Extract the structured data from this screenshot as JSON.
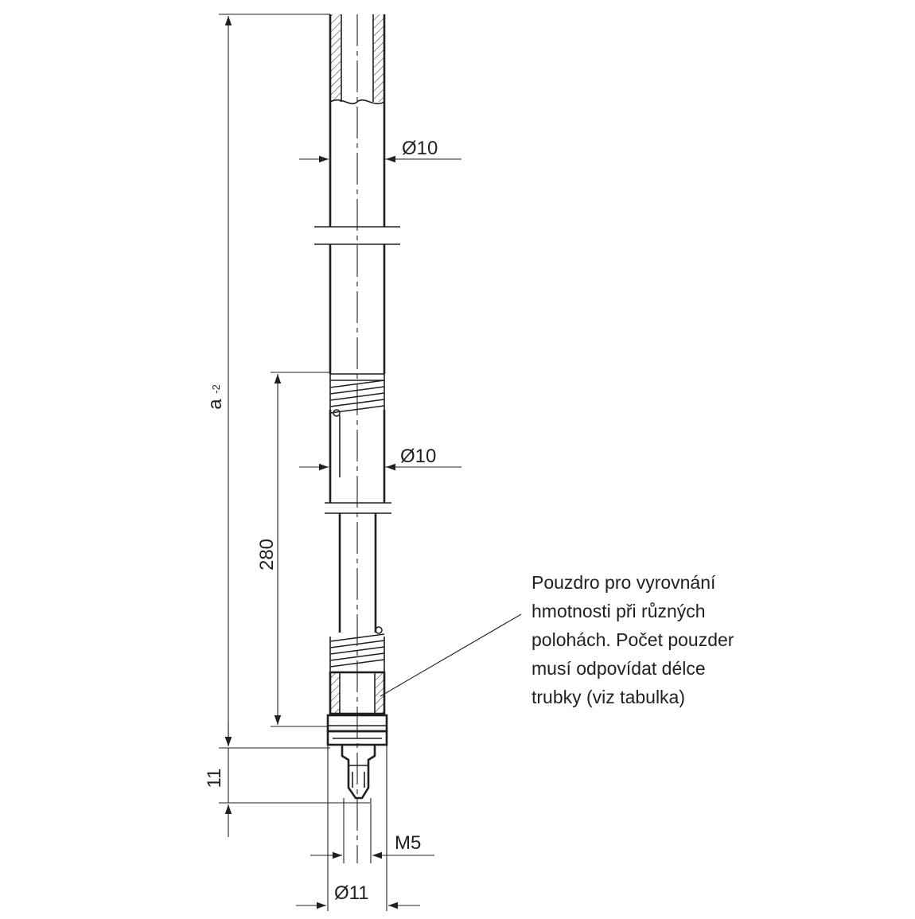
{
  "dimensions": {
    "overall_length": "a",
    "overall_length_tolerance": "-2",
    "tube_diameter_top": "Ø10",
    "tube_diameter_middle": "Ø10",
    "sleeve_length": "280",
    "thread_length": "11",
    "thread_size": "M5",
    "end_diameter": "Ø11"
  },
  "callout": {
    "lines": [
      "Pouzdro pro vyrovnání",
      "hmotnosti při různých",
      "polohách. Počet pouzder",
      "musí odpovídat délce",
      "trubky (viz tabulka)"
    ]
  },
  "colors": {
    "line": "#231f20",
    "background": "#ffffff"
  }
}
